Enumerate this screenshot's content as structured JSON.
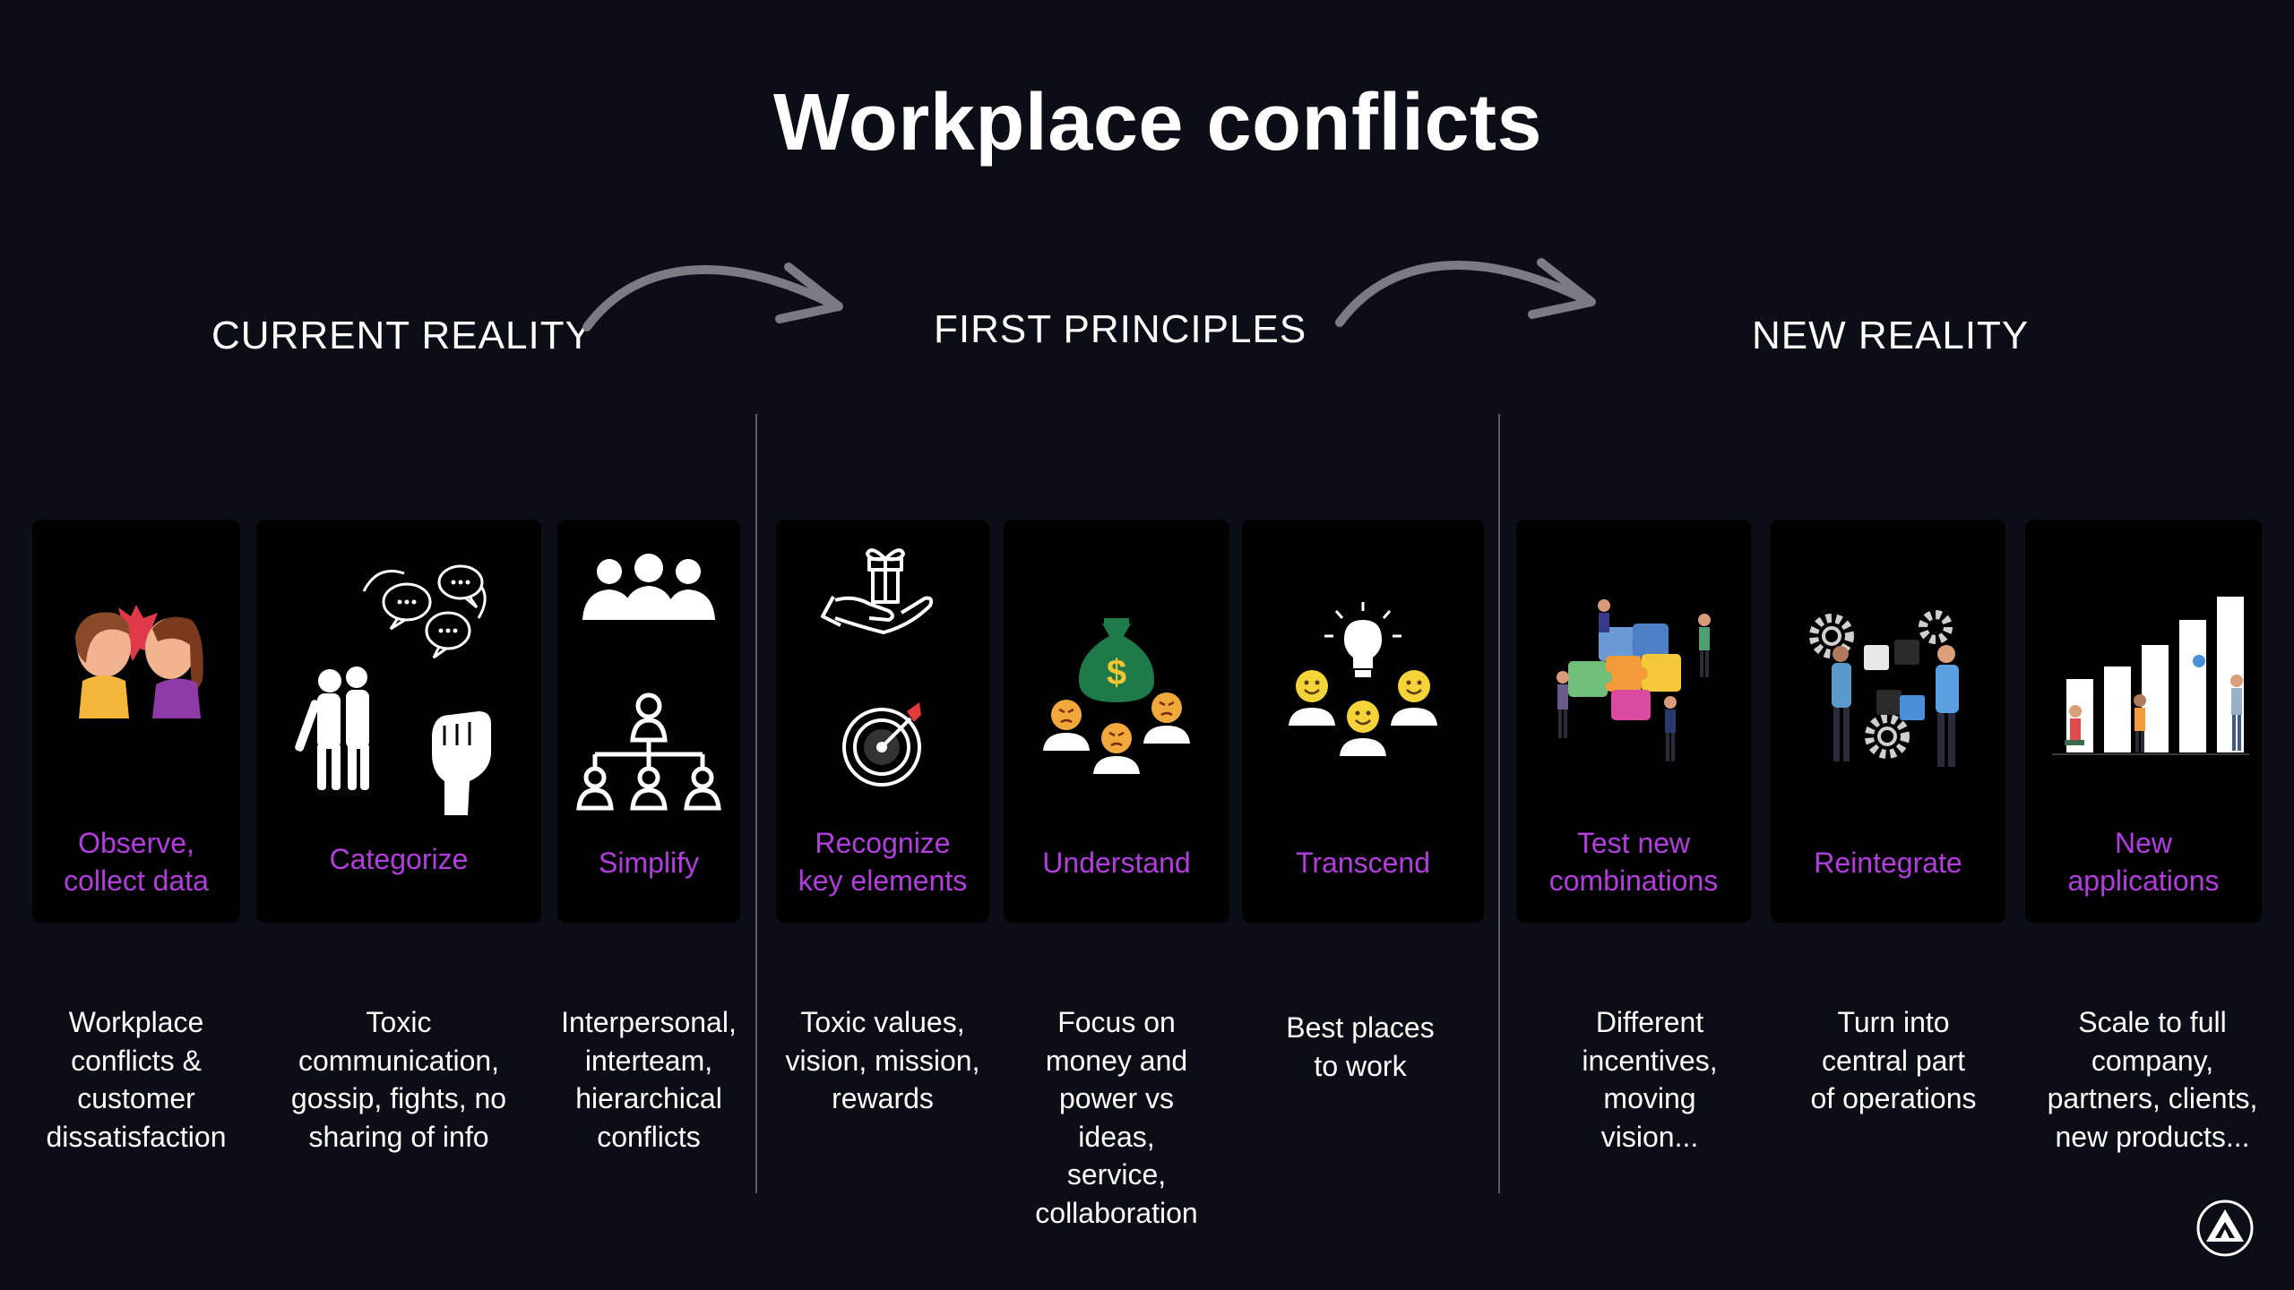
{
  "title": "Workplace conflicts",
  "sections": {
    "current": "CURRENT REALITY",
    "first": "FIRST PRINCIPLES",
    "new": "NEW REALITY"
  },
  "cards": [
    {
      "label": "Observe,\ncollect data",
      "icon": "two-faces-conflict-icon",
      "desc": "Workplace\nconflicts &\ncustomer\ndissatisfaction"
    },
    {
      "label": "Categorize",
      "icon": "chat-bubbles-people-fist-icon",
      "desc": "Toxic\ncommunication,\ngossip, fights, no\nsharing of info"
    },
    {
      "label": "Simplify",
      "icon": "team-hierarchy-icon",
      "desc": "Interpersonal,\ninterteam,\nhierarchical\nconflicts"
    },
    {
      "label": "Recognize\nkey elements",
      "icon": "gift-hand-target-icon",
      "desc": "Toxic values,\nvision, mission,\nrewards"
    },
    {
      "label": "Understand",
      "icon": "money-bag-angry-faces-icon",
      "desc": "Focus on\nmoney and\npower vs\nideas,\nservice,\ncollaboration"
    },
    {
      "label": "Transcend",
      "icon": "lightbulb-smiley-faces-icon",
      "desc": "Best places\nto work"
    },
    {
      "label": "Test new\ncombinations",
      "icon": "puzzle-team-icon",
      "desc": "Different\nincentives,\nmoving\nvision..."
    },
    {
      "label": "Reintegrate",
      "icon": "gears-puzzle-people-icon",
      "desc": "Turn into\ncentral part\nof operations"
    },
    {
      "label": "New\napplications",
      "icon": "growth-bars-people-icon",
      "desc": "Scale to full\ncompany,\npartners, clients,\nnew products..."
    }
  ],
  "colors": {
    "background": "#0c0e17",
    "card": "#000000",
    "label": "#b43de0",
    "text": "#ffffff",
    "arrow": "#7a7c84"
  },
  "logo": "triangle-logo-icon"
}
